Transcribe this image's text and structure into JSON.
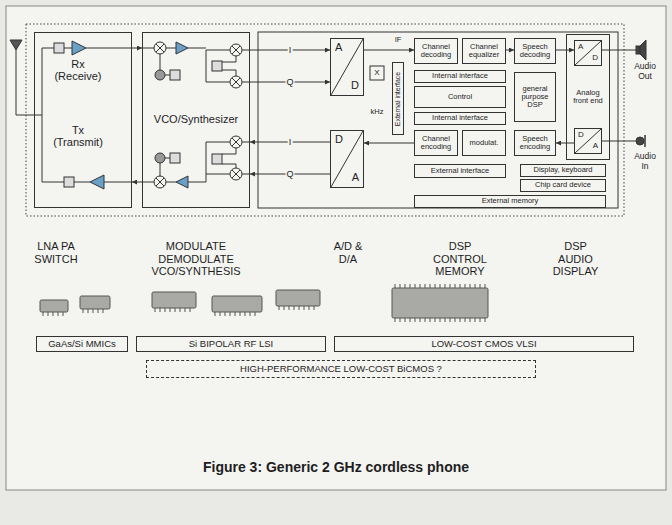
{
  "diagram": {
    "caption": "Figure 3: Generic 2 GHz cordless phone",
    "nodes": [
      {
        "text": [
          "Rx (Receive)",
          "Tx (Transmit)"
        ]
      },
      {
        "text": [
          "VCO/Synthesizer"
        ]
      },
      {
        "text": [
          "A",
          "D"
        ]
      },
      {
        "text": [
          "D",
          "A"
        ]
      },
      {
        "text": [
          "External interface"
        ]
      },
      {
        "text": [
          "Channel decoding"
        ]
      },
      {
        "text": [
          "Channel equalizer"
        ]
      },
      {
        "text": [
          "Internal interface"
        ]
      },
      {
        "text": [
          "Control"
        ]
      },
      {
        "text": [
          "Internal interface"
        ]
      },
      {
        "text": [
          "Channel encoding"
        ]
      },
      {
        "text": [
          "modulat."
        ]
      },
      {
        "text": [
          "External interface"
        ]
      },
      {
        "text": [
          "Speech decoding"
        ]
      },
      {
        "text": [
          "general purpose DSP"
        ]
      },
      {
        "text": [
          "Speech encoding"
        ]
      },
      {
        "text": [
          "Analog front end"
        ]
      },
      {
        "text": [
          "A",
          "D"
        ],
        "in": 16
      },
      {
        "text": [
          "D",
          "A"
        ],
        "in": 16
      },
      {
        "text": [
          "Display, keyboard"
        ]
      },
      {
        "text": [
          "Chip card device"
        ]
      },
      {
        "text": [
          "External memory"
        ]
      },
      {
        "text": [
          "GaAs/Si MMICs"
        ]
      },
      {
        "text": [
          "Si BIPOLAR RF LSI"
        ]
      },
      {
        "text": [
          "LOW-COST CMOS VLSI"
        ]
      },
      {
        "text": [
          "HIGH-PERFORMANCE LOW-COST BiCMOS ?"
        ]
      }
    ],
    "edges": [
      {
        "from": 0,
        "to": 1,
        "arrow": "to"
      },
      {
        "from": 1,
        "to": 0,
        "arrow": "to"
      },
      {
        "from": 1,
        "to": 2,
        "label": "I",
        "arrow": "to"
      },
      {
        "from": 1,
        "to": 2,
        "label": "Q",
        "arrow": "to"
      },
      {
        "from": 3,
        "to": 1,
        "label": "I",
        "arrow": "to"
      },
      {
        "from": 3,
        "to": 1,
        "label": "Q",
        "arrow": "to"
      },
      {
        "from": 2,
        "to": 5,
        "arrow": "to"
      },
      {
        "from": 10,
        "to": 3,
        "arrow": "to"
      },
      {
        "from": 6,
        "to": 13,
        "arrow": "to"
      },
      {
        "from": 13,
        "to": 17,
        "arrow": "to"
      },
      {
        "from": 18,
        "to": 15,
        "arrow": "to"
      }
    ],
    "labels": [
      "IF",
      "X",
      "kHz",
      "Audio Out",
      "Audio In",
      "LNA PA SWITCH",
      "MODULATE DEMODULATE VCO/SYNTHESIS",
      "A/D & D/A",
      "DSP CONTROL MEMORY",
      "DSP AUDIO DISPLAY"
    ]
  }
}
